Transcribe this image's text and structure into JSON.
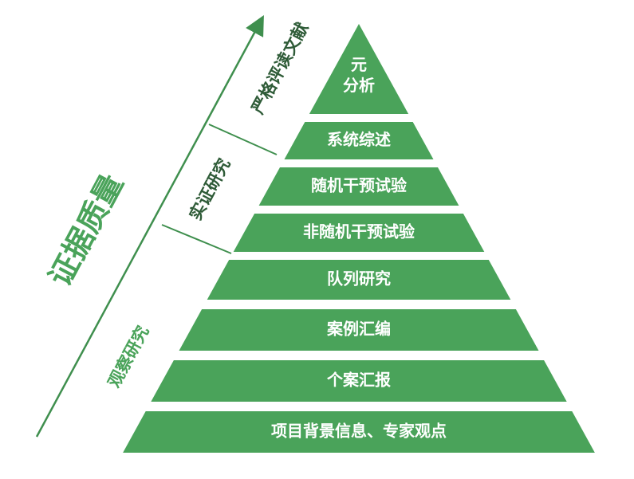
{
  "colors": {
    "level_fill": "#4aa35a",
    "axis_line": "#3f8f4e",
    "axis_text": "#4aa35a"
  },
  "pyramid": {
    "levels": [
      {
        "label_lines": [
          "元",
          "分析"
        ]
      },
      {
        "label_lines": [
          "系统综述"
        ]
      },
      {
        "label_lines": [
          "随机干预试验"
        ]
      },
      {
        "label_lines": [
          "非随机干预试验"
        ]
      },
      {
        "label_lines": [
          "队列研究"
        ]
      },
      {
        "label_lines": [
          "案例汇编"
        ]
      },
      {
        "label_lines": [
          "个案汇报"
        ]
      },
      {
        "label_lines": [
          "项目背景信息、专家观点"
        ]
      }
    ]
  },
  "axis": {
    "title": "证据质量",
    "observational": "观察研究",
    "experimental": "实证研究",
    "rigorous": "严格评读文献"
  }
}
